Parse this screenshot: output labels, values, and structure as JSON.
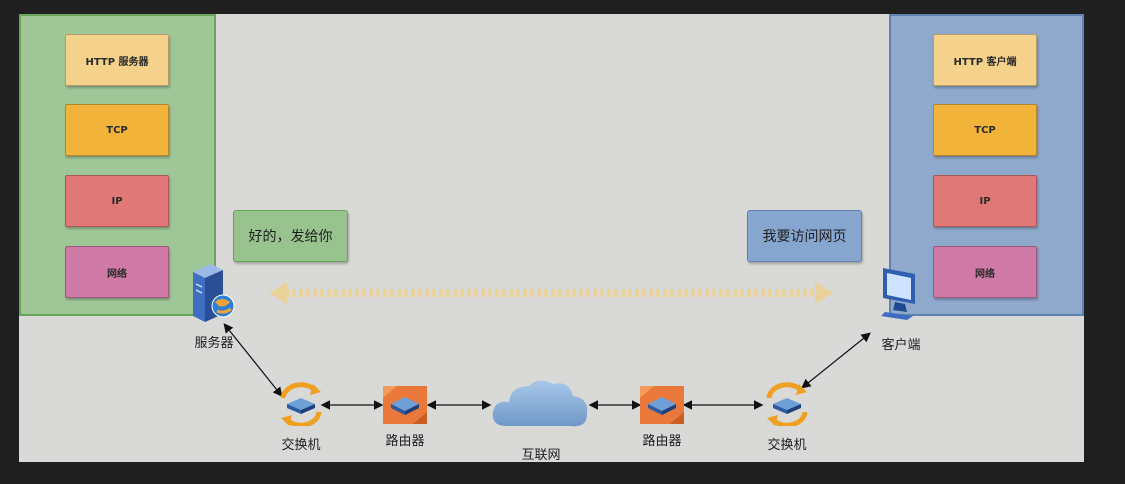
{
  "server": {
    "layers": [
      "HTTP 服务器",
      "TCP",
      "IP",
      "网络"
    ],
    "label": "服务器",
    "message": "好的，发给你"
  },
  "client": {
    "layers": [
      "HTTP 客户端",
      "TCP",
      "IP",
      "网络"
    ],
    "label": "客户端",
    "message": "我要访问网页"
  },
  "network": {
    "switch_left": "交换机",
    "router_left": "路由器",
    "internet": "互联网",
    "router_right": "路由器",
    "switch_right": "交换机"
  },
  "colors": {
    "server_stack": "#9fc697",
    "client_stack": "#8ea9cc",
    "http_layer": "#f4d28c",
    "tcp_layer": "#f2b33a",
    "ip_layer": "#e07878",
    "net_layer": "#cf7aa6",
    "router": "#e9783a",
    "switch_arrow": "#f0a020"
  }
}
